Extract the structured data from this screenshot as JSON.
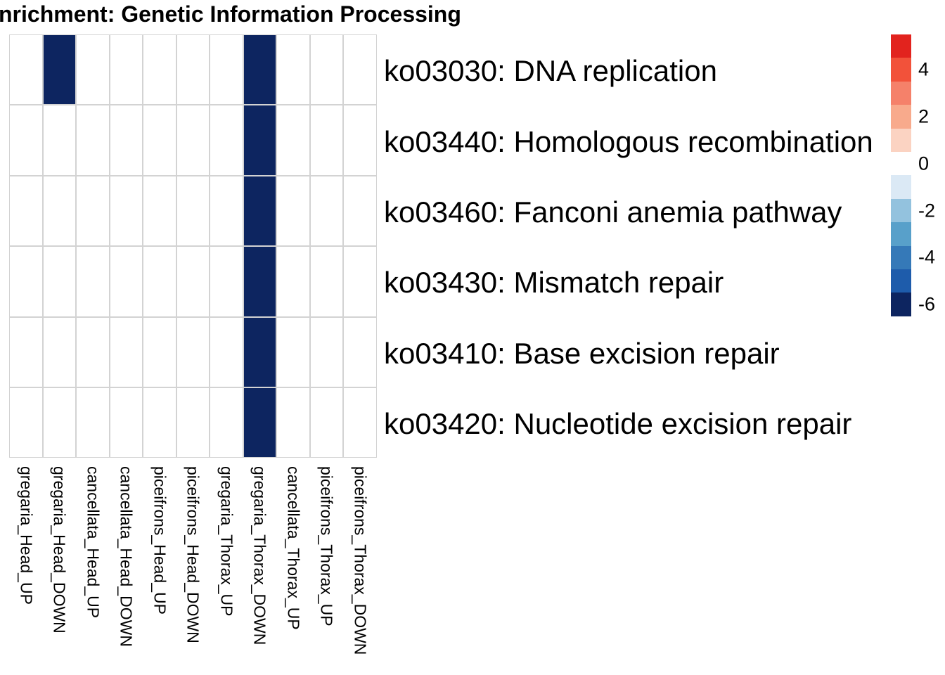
{
  "title": "nrichment: Genetic Information Processing",
  "chart_data": {
    "type": "heatmap",
    "title": "nrichment: Genetic Information Processing",
    "rows": [
      "ko03030: DNA replication",
      "ko03440: Homologous recombination",
      "ko03460: Fanconi anemia pathway",
      "ko03430: Mismatch repair",
      "ko03410: Base excision repair",
      "ko03420: Nucleotide excision repair"
    ],
    "columns": [
      "gregaria_Head_UP",
      "gregaria_Head_DOWN",
      "cancellata_Head_UP",
      "cancellata_Head_DOWN",
      "piceifrons_Head_UP",
      "piceifrons_Head_DOWN",
      "gregaria_Thorax_UP",
      "gregaria_Thorax_DOWN",
      "cancellata_Thorax_UP",
      "piceifrons_Thorax_UP",
      "piceifrons_Thorax_DOWN"
    ],
    "matrix": [
      [
        0,
        -6,
        0,
        0,
        0,
        0,
        0,
        -6,
        0,
        0,
        0
      ],
      [
        0,
        0,
        0,
        0,
        0,
        0,
        0,
        -6,
        0,
        0,
        0
      ],
      [
        0,
        0,
        0,
        0,
        0,
        0,
        0,
        -6,
        0,
        0,
        0
      ],
      [
        0,
        0,
        0,
        0,
        0,
        0,
        0,
        -6,
        0,
        0,
        0
      ],
      [
        0,
        0,
        0,
        0,
        0,
        0,
        0,
        -6,
        0,
        0,
        0
      ],
      [
        0,
        0,
        0,
        0,
        0,
        0,
        0,
        -6,
        0,
        0,
        0
      ]
    ],
    "grid_line_color": "#d3d3d3",
    "zero_cell_color": "#ffffff",
    "filled_cell_color": "#0d2560",
    "legend_position": "right",
    "colorbar": {
      "segment_values_top_to_bottom": [
        5,
        4,
        3,
        2,
        1,
        0,
        -1,
        -2,
        -3,
        -4,
        -5,
        -6
      ],
      "segment_colors_top_to_bottom": [
        "#e2231e",
        "#f2523a",
        "#f5816a",
        "#f8aa8c",
        "#fbd3c2",
        "#ffffff",
        "#dbe9f5",
        "#93c2de",
        "#58a0ca",
        "#3579b8",
        "#1e5cab",
        "#0d2560"
      ],
      "tick_labels": [
        "4",
        "2",
        "0",
        "-2",
        "-4",
        "-6"
      ],
      "tick_segment_indices": [
        1,
        3,
        5,
        7,
        9,
        11
      ]
    }
  }
}
